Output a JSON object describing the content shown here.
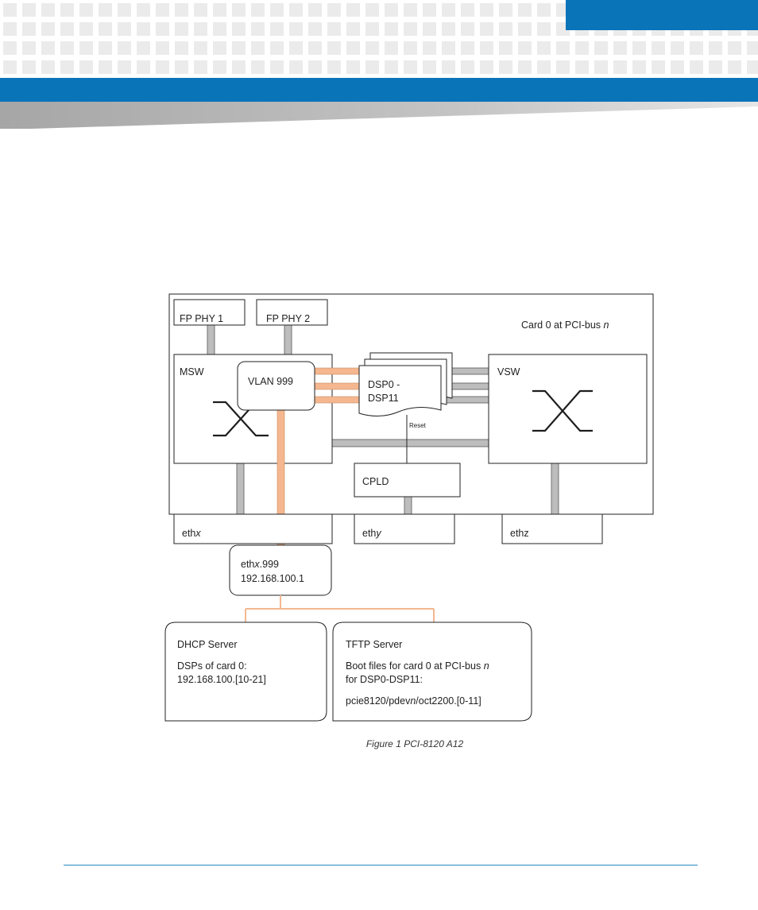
{
  "colors": {
    "brand_blue": "#0a74b9",
    "link_orange": "#f4b78f",
    "link_gray": "#bdbdbd",
    "line_dark": "#1e1e1e"
  },
  "diagram": {
    "card_label": "Card 0 at PCI-bus ",
    "card_label_italic": "n",
    "fp_phy_1": "FP PHY 1",
    "fp_phy_2": "FP PHY 2",
    "msw": "MSW",
    "vlan": "VLAN 999",
    "dsp_line1": "DSP0 -",
    "dsp_line2": "DSP11",
    "reset": "Reset",
    "vsw": "VSW",
    "cpld": "CPLD",
    "ethx_prefix": "eth",
    "ethx_italic": "x",
    "ethy_prefix": "eth",
    "ethy_italic": "y",
    "ethz": "ethz",
    "ethx999_prefix": "eth",
    "ethx999_italic": "x",
    "ethx999_suffix": ".999",
    "ethx999_ip": "192.168.100.1",
    "dhcp_title": "DHCP Server",
    "dhcp_line1": "DSPs of card 0:",
    "dhcp_line2": "192.168.100.[10-21]",
    "tftp_title": "TFTP Server",
    "tftp_line1": "Boot files for card 0 at PCI-bus ",
    "tftp_line1_italic": "n",
    "tftp_line2": "for DSP0-DSP11:",
    "tftp_line3_a": "pcie8120/pdev",
    "tftp_line3_italic": "n",
    "tftp_line3_b": "/oct2200.[0-11]"
  },
  "caption": "Figure 1 PCI-8120 A12"
}
